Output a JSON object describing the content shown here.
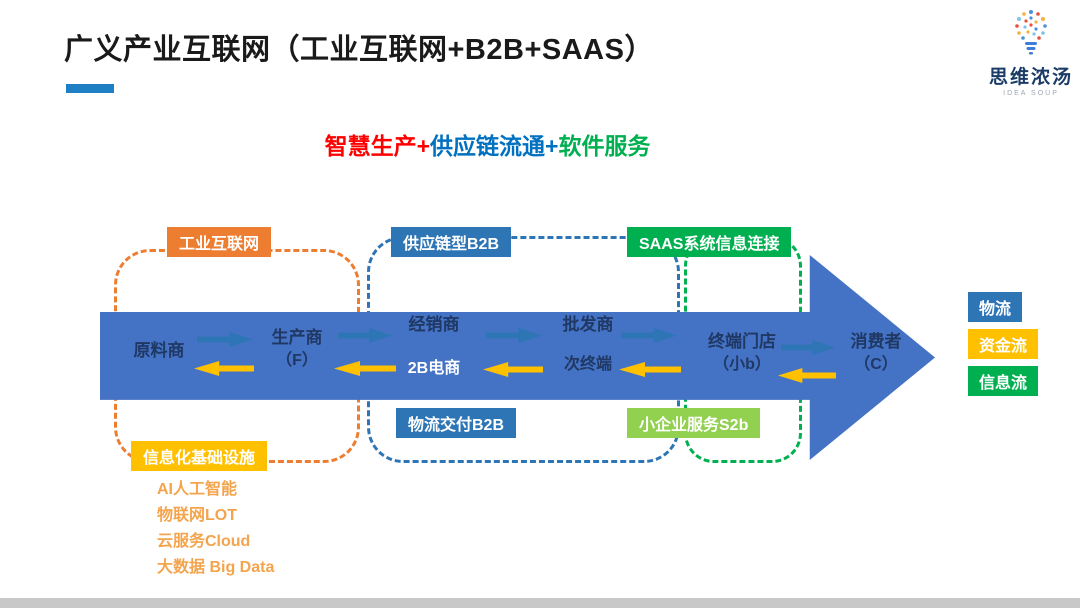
{
  "slide": {
    "title": "广义产业互联网（工业互联网+B2B+SAAS）",
    "accent_color": "#1E7FC4",
    "subtitle": [
      {
        "text": "智慧生产+",
        "color": "#FF0000"
      },
      {
        "text": "供应链流通+",
        "color": "#0070C0"
      },
      {
        "text": "软件服务",
        "color": "#00B050"
      }
    ]
  },
  "logo": {
    "brand": "思维浓汤",
    "tagline": "IDEA SOUP"
  },
  "zones": {
    "industrial": {
      "top_label": "工业互联网",
      "bottom_label": "信息化基础设施",
      "border_color": "#ED7D31",
      "top_label_bg": "#ED7D31",
      "bottom_label_bg": "#FFC000"
    },
    "supply_chain": {
      "top_label": "供应链型B2B",
      "bottom_label": "物流交付B2B",
      "border_color": "#2E75B6",
      "top_label_bg": "#2E75B6",
      "bottom_label_bg": "#2E75B6"
    },
    "saas": {
      "top_label": "SAAS系统信息连接",
      "bottom_label": "小企业服务S2b",
      "border_color": "#00B050",
      "top_label_bg": "#00B050",
      "bottom_label_bg": "#92D050"
    }
  },
  "chain": {
    "arrow_color": "#4472C4",
    "forward_color": "#2E75B6",
    "backward_color": "#FFC000",
    "text_color": "#1F3864",
    "nodes": [
      {
        "main": "原料商"
      },
      {
        "main": "生产商",
        "sub": "（F）"
      },
      {
        "main": "经销商",
        "sub": "2B电商",
        "sub_color": "#FFFFFF"
      },
      {
        "main": "批发商",
        "sub": "次终端"
      },
      {
        "main": "终端门店",
        "sub": "（小b）"
      },
      {
        "main": "消费者",
        "sub": "（C）"
      }
    ]
  },
  "legend": [
    {
      "label": "物流",
      "color": "#2E75B6"
    },
    {
      "label": "资金流",
      "color": "#FFC000"
    },
    {
      "label": "信息流",
      "color": "#00B050"
    }
  ],
  "infrastructure": {
    "text_color": "#F4A44C",
    "items": [
      "AI人工智能",
      "物联网LOT",
      "云服务Cloud",
      "大数据 Big Data"
    ]
  }
}
